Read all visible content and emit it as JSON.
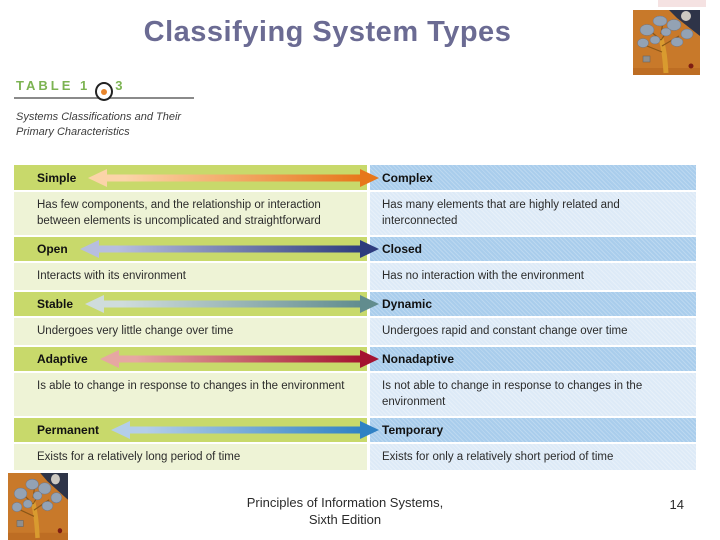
{
  "slide": {
    "title": "Classifying System Types",
    "footer_line1": "Principles of Information Systems,",
    "footer_line2": "Sixth Edition",
    "page_number": "14"
  },
  "table_caption": {
    "label_prefix": "TABLE 1",
    "label_suffix": "3",
    "caption_line1": "Systems Classifications and Their",
    "caption_line2": "Primary Characteristics"
  },
  "colors": {
    "title": "#6b6b93",
    "table_label_green": "#7cb352",
    "header_green": "#c8d96b",
    "desc_green": "#eef3d6",
    "header_blue": "#a9cdec",
    "desc_blue": "#ddeaf7"
  },
  "table": {
    "rows": [
      {
        "left_label": "Simple",
        "right_label": "Complex",
        "left_desc": "Has few components, and the relationship or interaction between elements is uncomplicated and straightforward",
        "right_desc": "Has many elements that are highly related and interconnected",
        "arrow": {
          "tail": "#fbd4a8",
          "head": "#e7771b"
        }
      },
      {
        "left_label": "Open",
        "right_label": "Closed",
        "left_desc": "Interacts with its environment",
        "right_desc": "Has no interaction with the environment",
        "arrow": {
          "tail": "#b7bedf",
          "head": "#2d3b7d"
        }
      },
      {
        "left_label": "Stable",
        "right_label": "Dynamic",
        "left_desc": "Undergoes very little change over time",
        "right_desc": "Undergoes rapid and constant change over time",
        "arrow": {
          "tail": "#cfdcdc",
          "head": "#618c8e"
        }
      },
      {
        "left_label": "Adaptive",
        "right_label": "Nonadaptive",
        "left_desc": "Is able to change in response to changes in the environment",
        "right_desc": "Is not able to change in response to changes in the environment",
        "arrow": {
          "tail": "#e6a7a2",
          "head": "#a41330"
        }
      },
      {
        "left_label": "Permanent",
        "right_label": "Temporary",
        "left_desc": "Exists for a relatively long period of time",
        "right_desc": "Exists for only a relatively short period of time",
        "arrow": {
          "tail": "#b4cee9",
          "head": "#2f81c4"
        }
      }
    ]
  }
}
